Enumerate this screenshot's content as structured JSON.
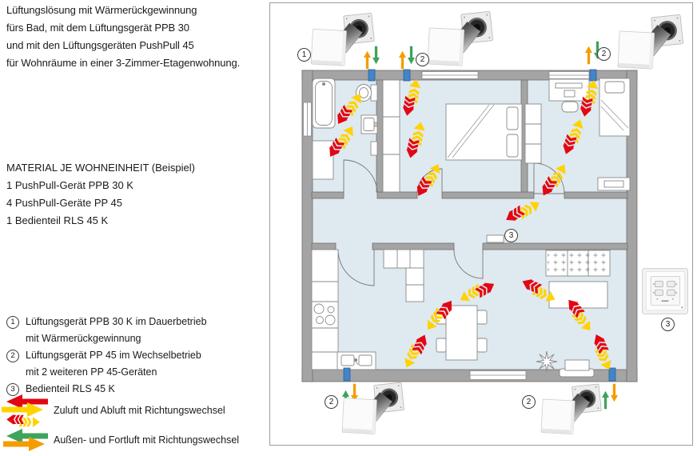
{
  "intro": {
    "text": "Lüftungslösung mit Wärmerückgewinnung\nfürs Bad, mit dem Lüftungsgerät PPB 30\nund mit den Lüftungsgeräten PushPull 45\nfür Wohnräume in einer 3-Zimmer-Etagenwohnung."
  },
  "material": {
    "title": "MATERIAL JE WOHNEINHEIT (Beispiel)",
    "items": [
      "1 PushPull-Gerät PPB 30 K",
      "4 PushPull-Geräte PP 45",
      "1 Bedienteil RLS 45 K"
    ]
  },
  "key": {
    "items": [
      {
        "num": "1",
        "text": "Lüftungsgerät PPB 30 K im Dauerbetrieb\nmit Wärmerückgewinnung"
      },
      {
        "num": "2",
        "text": "Lüftungsgerät PP 45 im Wechselbetrieb\nmit 2 weiteren PP 45-Geräten"
      },
      {
        "num": "3",
        "text": "Bedienteil RLS 45 K"
      }
    ]
  },
  "flow_legend": {
    "supply_exhaust": "Zuluft und Abluft mit Richtungswechsel",
    "outdoor_exhaust": "Außen- und Fortluft mit Richtungswechsel",
    "supply_exhaust_icon": "red-yellow-bidirectional-arrows",
    "outdoor_exhaust_icon": "green-orange-bidirectional-arrows"
  },
  "plan": {
    "markers": [
      {
        "num": "1"
      },
      {
        "num": "2"
      },
      {
        "num": "2"
      },
      {
        "num": "2"
      },
      {
        "num": "2"
      },
      {
        "num": "3"
      },
      {
        "num": "3"
      }
    ]
  },
  "colors": {
    "abluft_red": "#e30613",
    "zuluft_yellow": "#ffd200",
    "fortluft_orange": "#f59c00",
    "aussenluft_green": "#3fa35c",
    "vent_blue": "#4285c8",
    "floor": "#dfe9f0",
    "wall": "#a4a4a4"
  }
}
